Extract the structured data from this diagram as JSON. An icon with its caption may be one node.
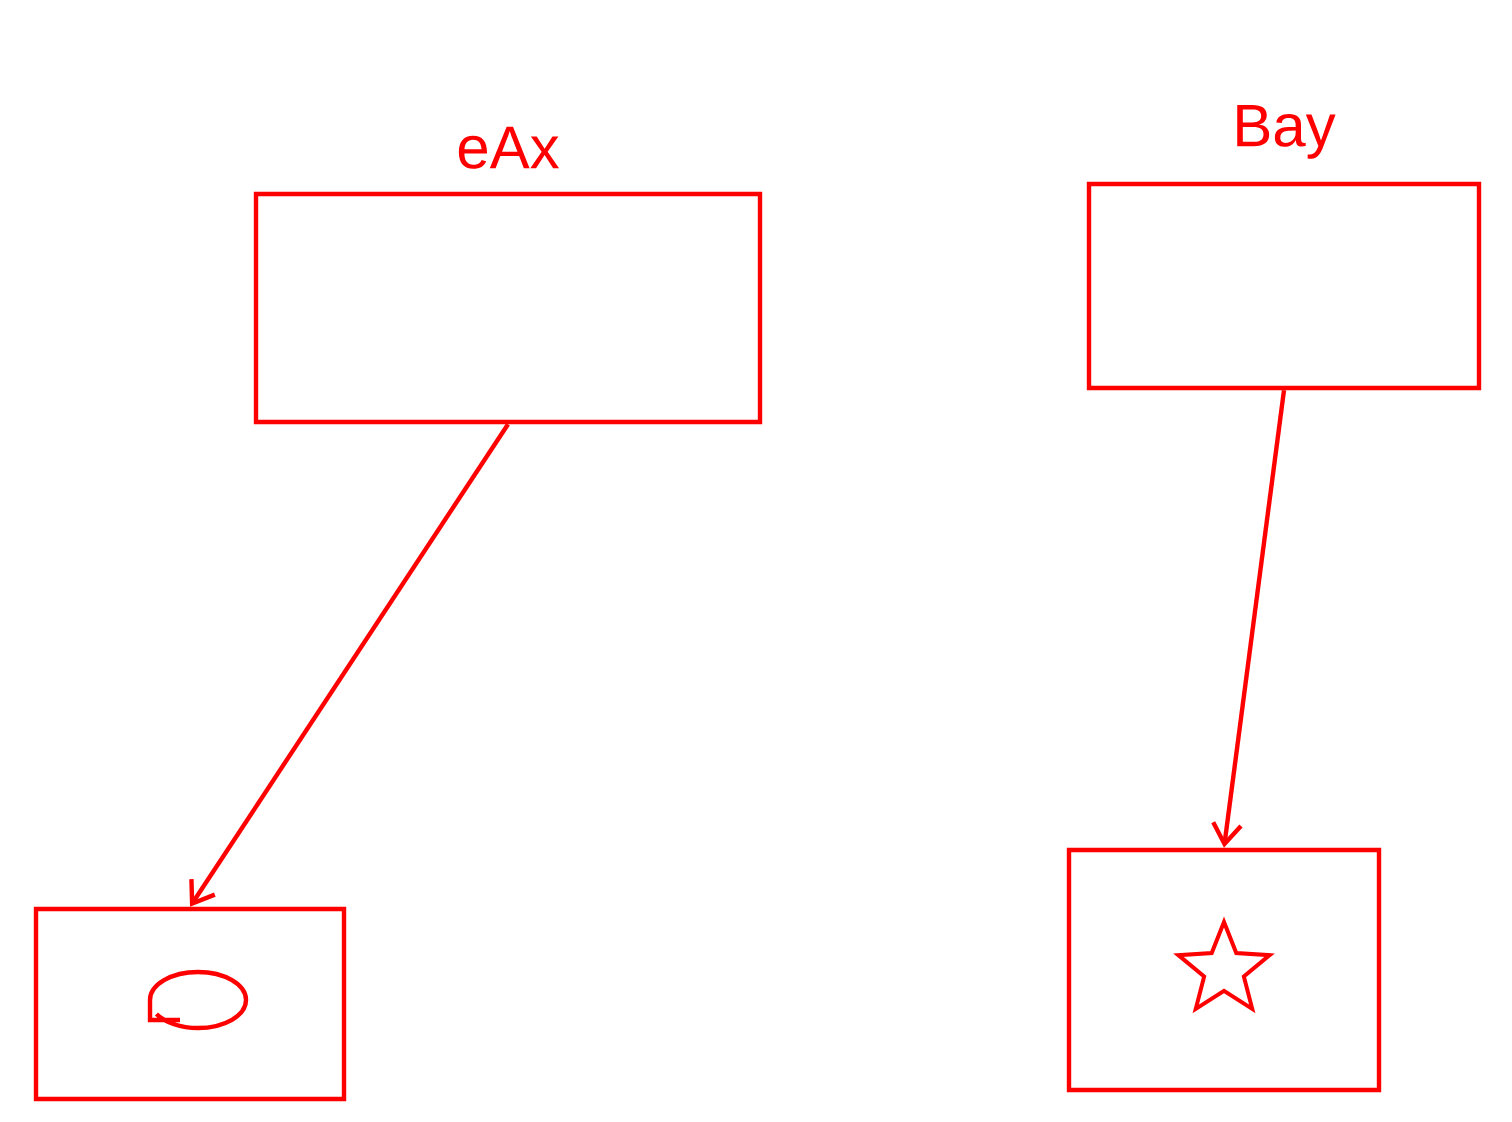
{
  "diagram": {
    "nodes": [
      {
        "text": [
          "eAx"
        ]
      },
      {
        "text": [
          "Bay"
        ]
      },
      {
        "text": [],
        "shape": "box"
      },
      {
        "text": [],
        "shape": "box"
      }
    ],
    "edges": [
      {
        "from": 0,
        "to": 2,
        "arrow": "to"
      },
      {
        "from": 1,
        "to": 3,
        "arrow": "to"
      }
    ]
  }
}
